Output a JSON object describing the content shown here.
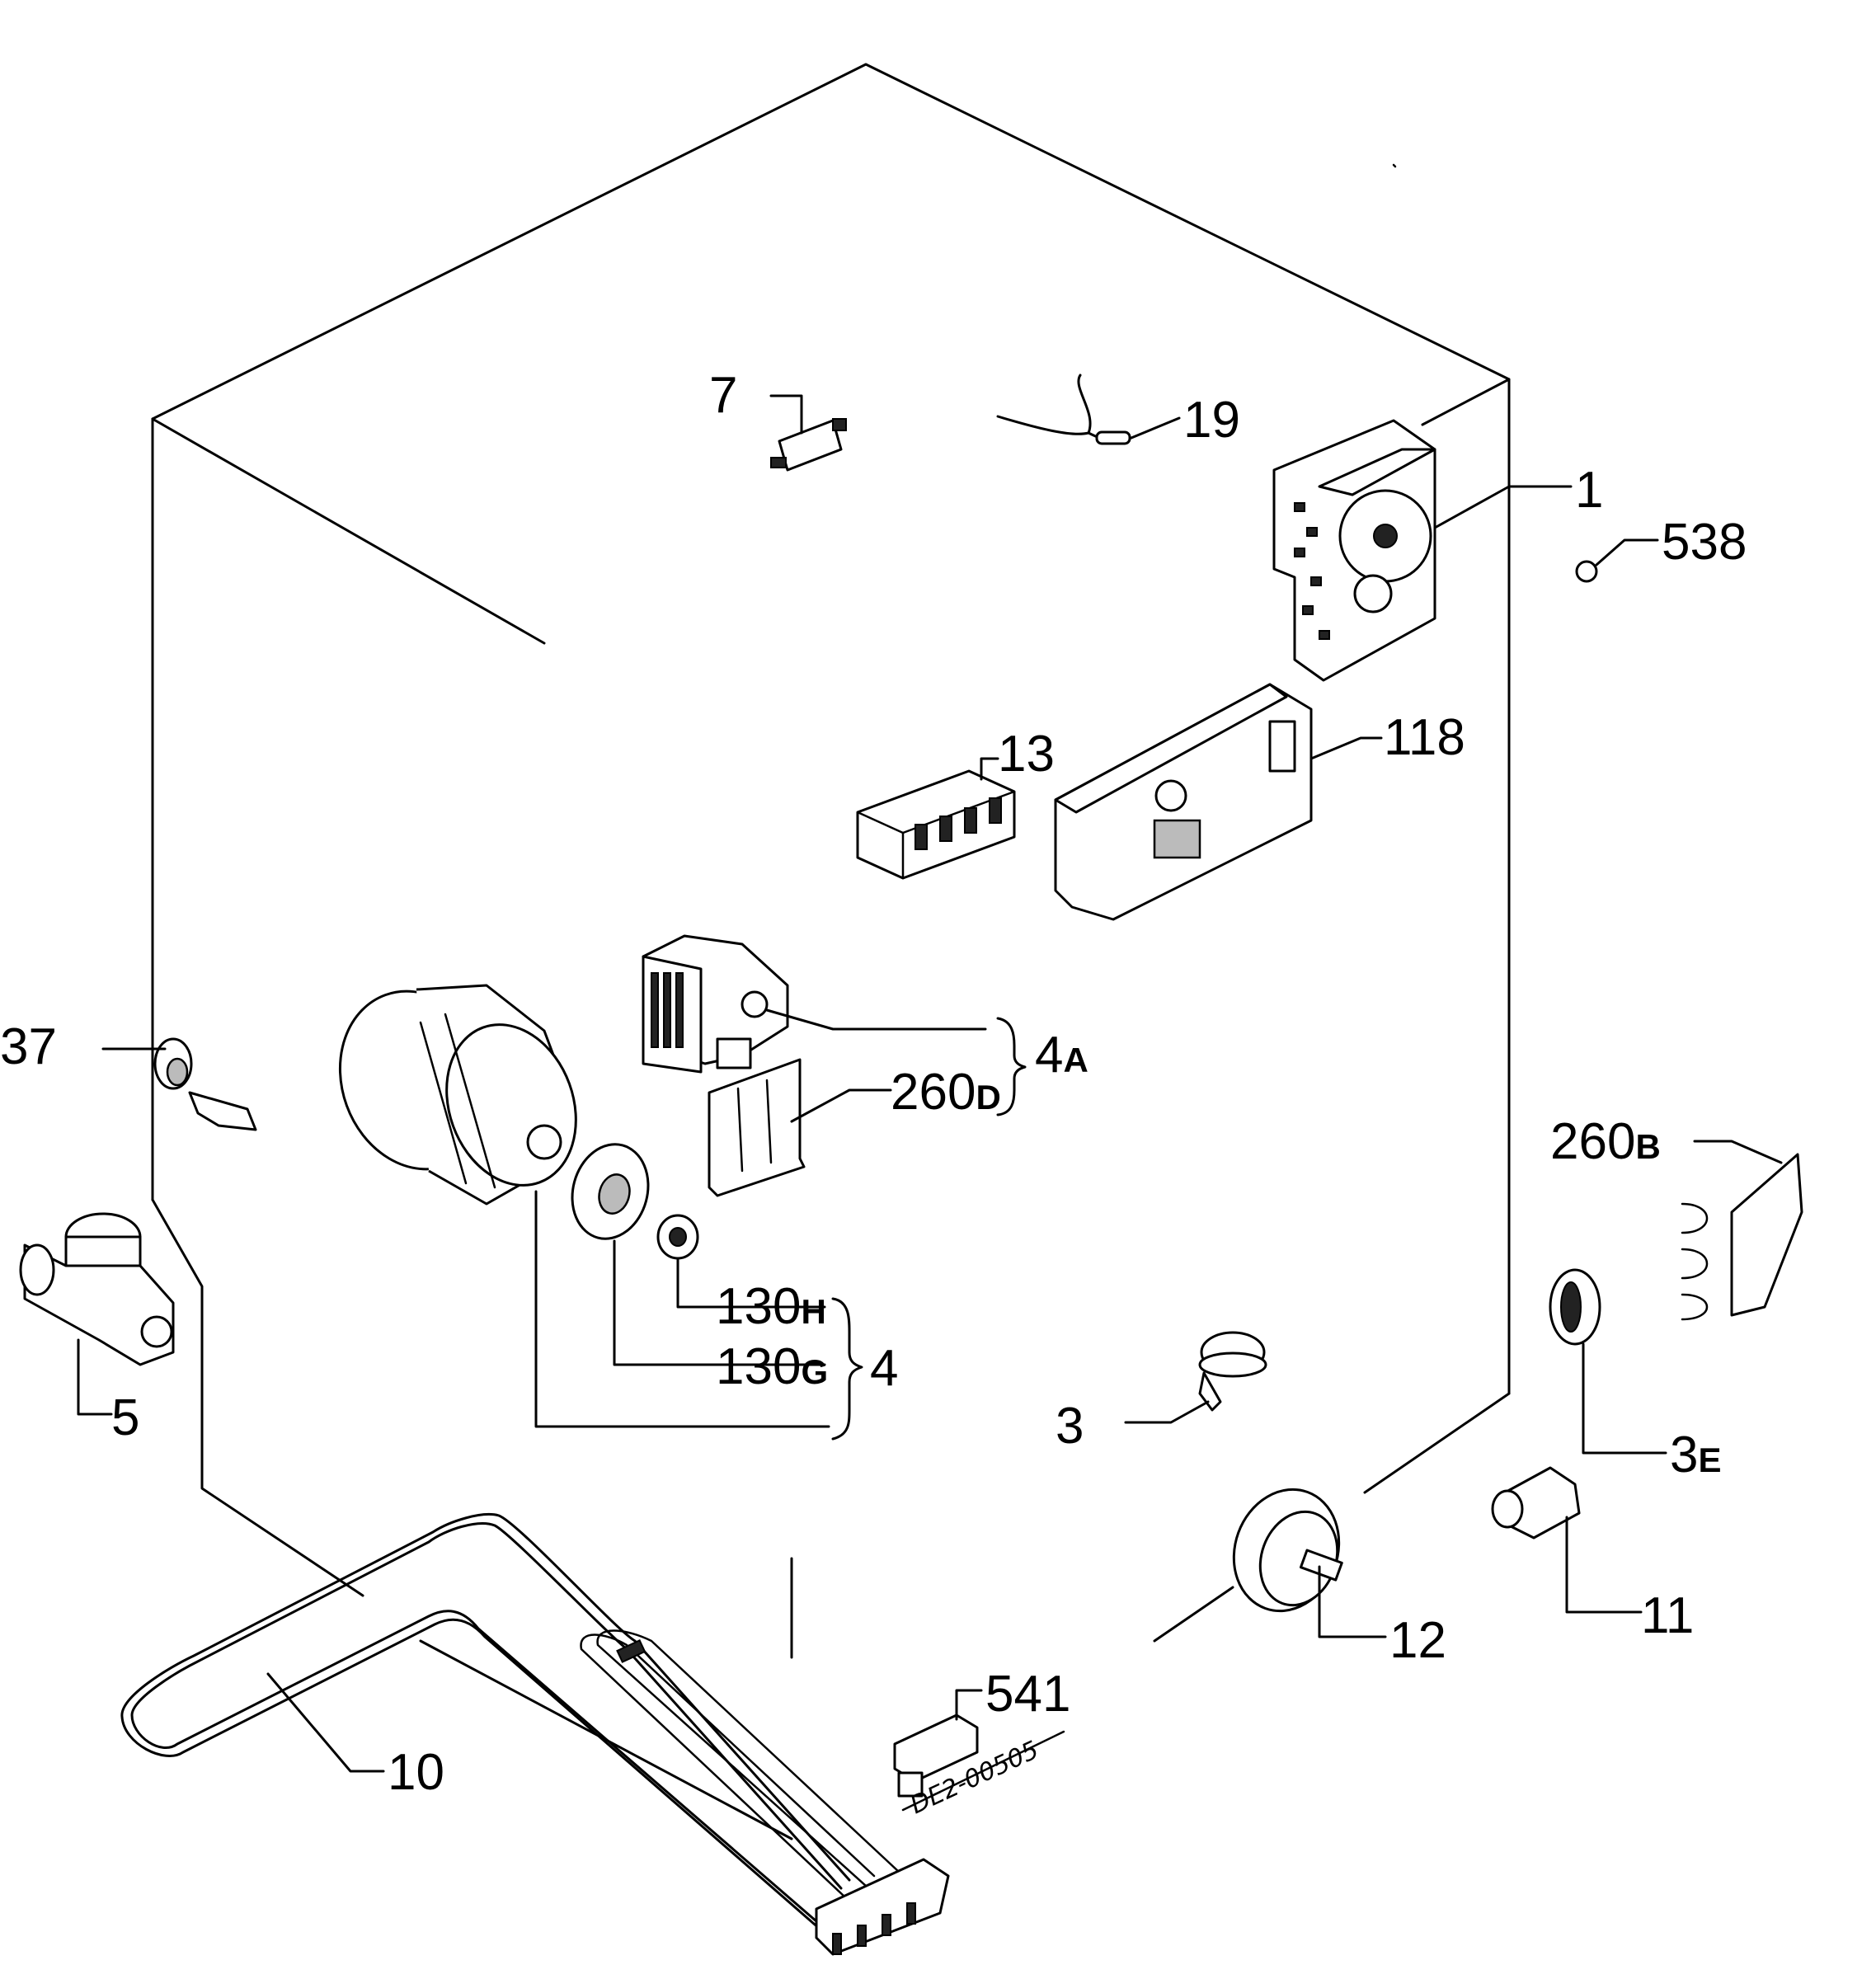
{
  "labels": {
    "l1": "1",
    "l538": "538",
    "l7": "7",
    "l19": "19",
    "l13": "13",
    "l118": "118",
    "l37": "37",
    "l4a_num": "4",
    "l4a_sub": "A",
    "l260d_num": "260",
    "l260d_sub": "D",
    "l260b_num": "260",
    "l260b_sub": "B",
    "l5": "5",
    "l130h_num": "130",
    "l130h_sub": "H",
    "l130g_num": "130",
    "l130g_sub": "G",
    "l4": "4",
    "l3": "3",
    "l3e_num": "3",
    "l3e_sub": "E",
    "l12": "12",
    "l11": "11",
    "l541": "541",
    "l10": "10"
  },
  "drawing_code": "DE2-00505"
}
